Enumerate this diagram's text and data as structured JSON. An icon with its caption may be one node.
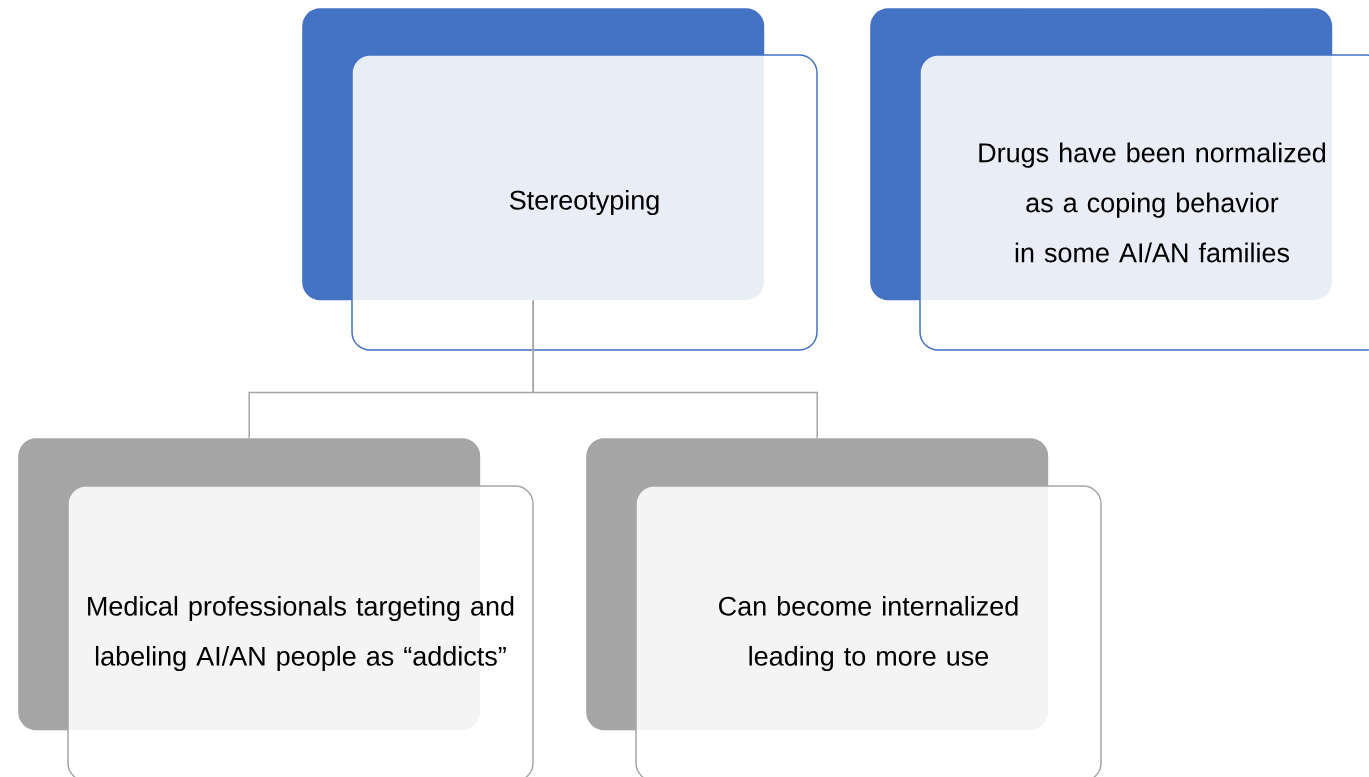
{
  "diagram": {
    "nodes": [
      {
        "text": [
          "Stereotyping"
        ]
      },
      {
        "text": [
          "Drugs have been normalized as a coping behavior in some AI/AN families"
        ]
      },
      {
        "text": [
          "Medical professionals targeting and labeling AI/AN people as “addicts”"
        ]
      },
      {
        "text": [
          "Can become internalized leading to more use"
        ]
      }
    ],
    "edges": [
      {
        "from": 0,
        "to": 2,
        "arrow": "none"
      },
      {
        "from": 0,
        "to": 3,
        "arrow": "none"
      }
    ]
  }
}
